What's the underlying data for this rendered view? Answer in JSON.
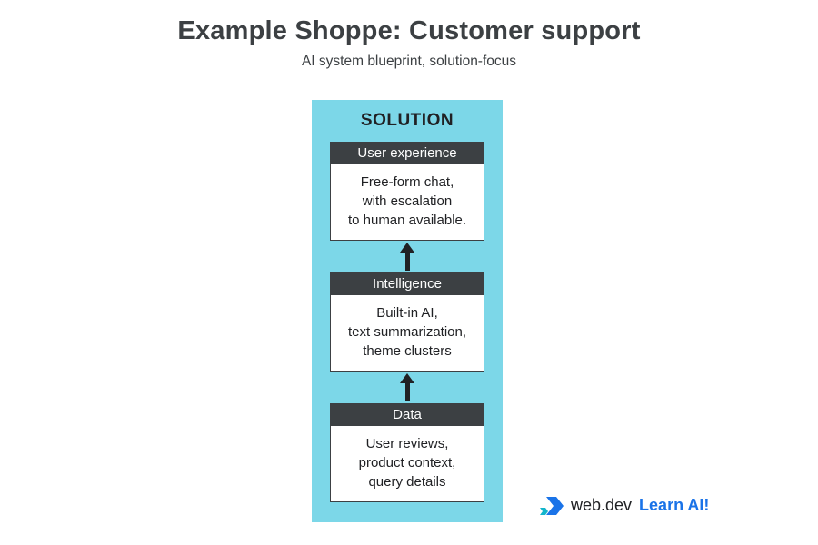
{
  "page": {
    "title": "Example Shoppe: Customer support",
    "subtitle": "AI system blueprint, solution-focus"
  },
  "diagram": {
    "panel_label": "SOLUTION",
    "panel_color": "#7cd7e8",
    "header_bar_color": "#3c4043",
    "arrow_color": "#202124",
    "flow_direction": "up",
    "boxes": [
      {
        "header": "User experience",
        "body": "Free-form chat,\nwith escalation\nto human available."
      },
      {
        "header": "Intelligence",
        "body": "Built-in AI,\ntext summarization,\ntheme clusters"
      },
      {
        "header": "Data",
        "body": "User reviews,\nproduct context,\nquery details"
      }
    ]
  },
  "footer": {
    "brand": "web.dev",
    "cta": "Learn AI!",
    "accent_color": "#1a73e8",
    "logo_icon": "webdev-logo-icon"
  }
}
